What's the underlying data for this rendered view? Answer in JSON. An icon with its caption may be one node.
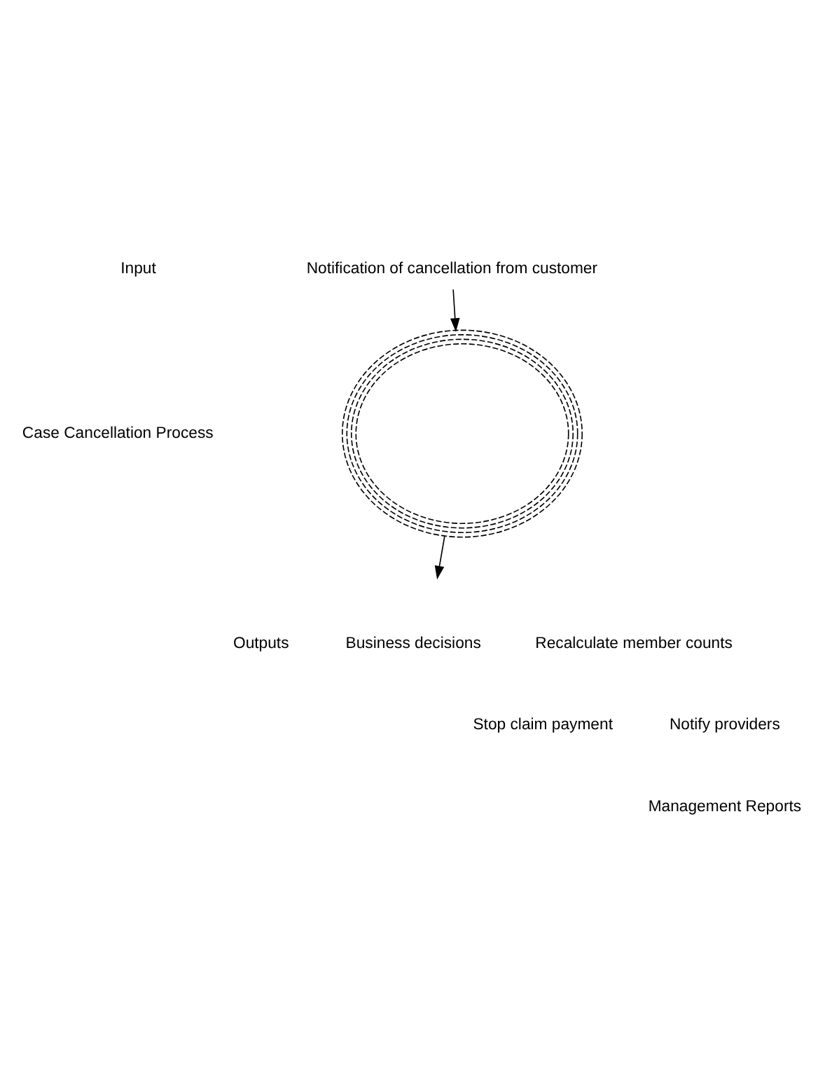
{
  "diagram": {
    "nodes": [
      {
        "text": [
          "Notification of cancellation from customer"
        ]
      },
      {
        "text": [],
        "shape": "tangle"
      }
    ],
    "edges": [
      {
        "from": 0,
        "to": 1,
        "arrow": "to"
      },
      {
        "from": 1,
        "to": null,
        "arrow": "to"
      }
    ],
    "labels": [
      "Input",
      "Case Cancellation Process",
      "Outputs",
      "Business decisions",
      "Recalculate member counts",
      "Stop claim payment",
      "Notify providers",
      "Management Reports"
    ]
  }
}
